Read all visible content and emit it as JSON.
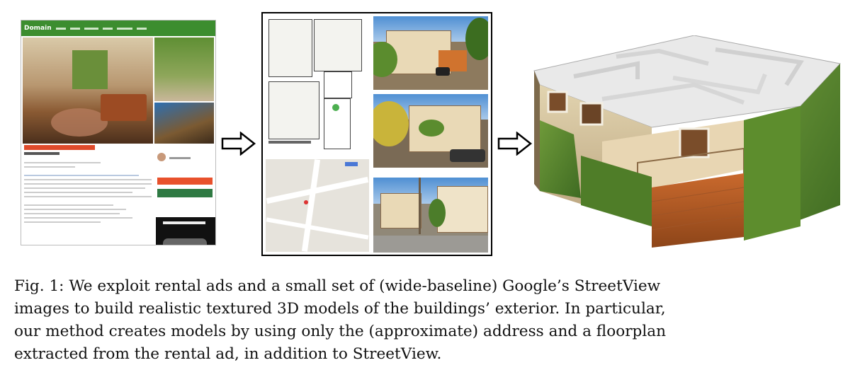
{
  "ad_panel": {
    "site_logo": "Domain"
  },
  "caption": {
    "label": "Fig. 1:",
    "lines": [
      "We exploit rental ads and a small set of (wide-baseline) Google’s StreetView",
      "images to build realistic textured 3D models of the buildings’ exterior. In particular,",
      "our method creates models by using only the (approximate) address and a floorplan",
      "extracted from the rental ad, in addition to StreetView."
    ]
  }
}
